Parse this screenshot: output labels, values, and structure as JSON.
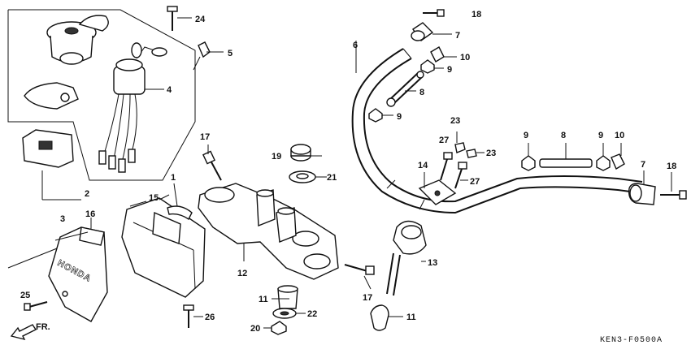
{
  "diagram": {
    "drawing_code": "KEN3-F0500A",
    "brand_mark": "HONDA",
    "direction_label": "FR.",
    "callouts": [
      {
        "id": "c24",
        "text": "24"
      },
      {
        "id": "c5",
        "text": "5"
      },
      {
        "id": "c4",
        "text": "4"
      },
      {
        "id": "c2",
        "text": "2"
      },
      {
        "id": "c3",
        "text": "3"
      },
      {
        "id": "c16",
        "text": "16"
      },
      {
        "id": "c25",
        "text": "25"
      },
      {
        "id": "c15",
        "text": "15"
      },
      {
        "id": "c1",
        "text": "1"
      },
      {
        "id": "c17a",
        "text": "17"
      },
      {
        "id": "c12",
        "text": "12"
      },
      {
        "id": "c26",
        "text": "26"
      },
      {
        "id": "c19",
        "text": "19"
      },
      {
        "id": "c21",
        "text": "21"
      },
      {
        "id": "c11a",
        "text": "11"
      },
      {
        "id": "c22",
        "text": "22"
      },
      {
        "id": "c20",
        "text": "20"
      },
      {
        "id": "c6",
        "text": "6"
      },
      {
        "id": "c18a",
        "text": "18"
      },
      {
        "id": "c7a",
        "text": "7"
      },
      {
        "id": "c10a",
        "text": "10"
      },
      {
        "id": "c9a",
        "text": "9"
      },
      {
        "id": "c8a",
        "text": "8"
      },
      {
        "id": "c9b",
        "text": "9"
      },
      {
        "id": "c23a",
        "text": "23"
      },
      {
        "id": "c27a",
        "text": "27"
      },
      {
        "id": "c23b",
        "text": "23"
      },
      {
        "id": "c14",
        "text": "14"
      },
      {
        "id": "c27b",
        "text": "27"
      },
      {
        "id": "c13",
        "text": "13"
      },
      {
        "id": "c17b",
        "text": "17"
      },
      {
        "id": "c11b",
        "text": "11"
      },
      {
        "id": "c9c",
        "text": "9"
      },
      {
        "id": "c8b",
        "text": "8"
      },
      {
        "id": "c9d",
        "text": "9"
      },
      {
        "id": "c10b",
        "text": "10"
      },
      {
        "id": "c7b",
        "text": "7"
      },
      {
        "id": "c18b",
        "text": "18"
      }
    ]
  }
}
